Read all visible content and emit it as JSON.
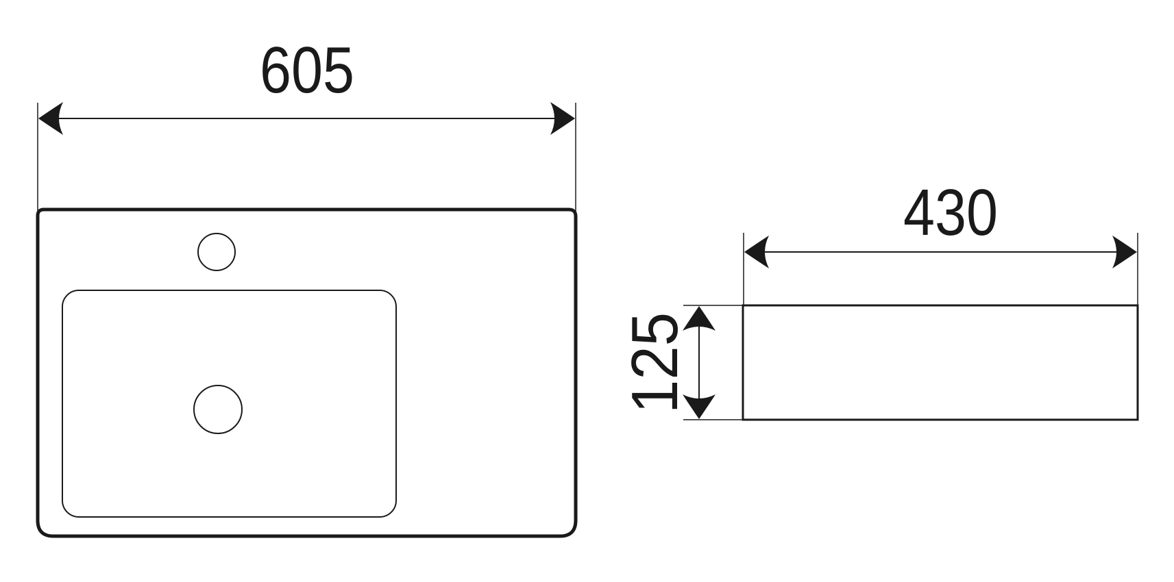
{
  "drawing": {
    "top_view": {
      "width_label": "605"
    },
    "side_view": {
      "depth_label": "430",
      "height_label": "125"
    },
    "colors": {
      "line": "#1a1a1a",
      "background": "#ffffff"
    }
  }
}
